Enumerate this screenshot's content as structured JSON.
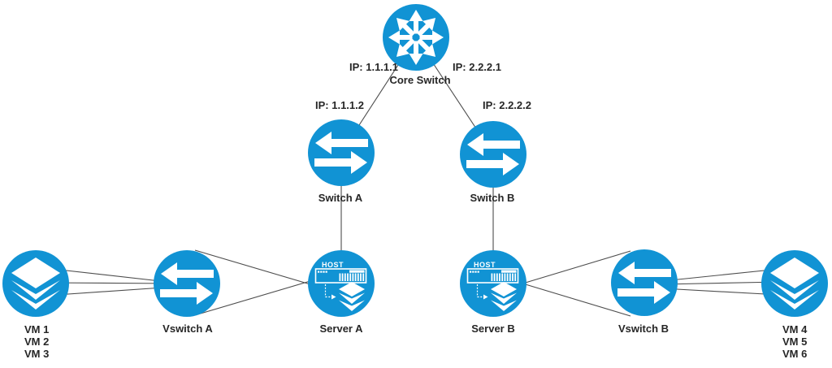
{
  "diagram_title": "Network topology diagram",
  "colors": {
    "node_blue": "#1193d4",
    "icon_white": "#ffffff",
    "connector_line": "#4d4d4d",
    "label_text": "#262626",
    "background": "#ffffff"
  },
  "icons": {
    "core_switch": "multilayer-switch-icon",
    "switch": "switch-arrows-icon",
    "server": "server-host-icon",
    "vm_group": "vm-layers-icon"
  },
  "nodes": {
    "core_switch": {
      "label": "Core Switch",
      "left_ip": "IP: 1.1.1.1",
      "right_ip": "IP: 2.2.2.1"
    },
    "switch_a": {
      "label": "Switch A",
      "ip": "IP: 1.1.1.2"
    },
    "switch_b": {
      "label": "Switch B",
      "ip": "IP: 2.2.2.2"
    },
    "server_a": {
      "label": "Server A",
      "host_tag": "HOST"
    },
    "server_b": {
      "label": "Server B",
      "host_tag": "HOST"
    },
    "vswitch_a": {
      "label": "Vswitch A"
    },
    "vswitch_b": {
      "label": "Vswitch B"
    },
    "vm_group_left": {
      "lines": [
        "VM 1",
        "VM 2",
        "VM 3"
      ]
    },
    "vm_group_right": {
      "lines": [
        "VM 4",
        "VM 5",
        "VM 6"
      ]
    }
  },
  "connections": [
    {
      "from": "Core Switch",
      "to": "Switch A",
      "count": 1
    },
    {
      "from": "Core Switch",
      "to": "Switch B",
      "count": 1
    },
    {
      "from": "Switch A",
      "to": "Server A",
      "count": 1
    },
    {
      "from": "Switch B",
      "to": "Server B",
      "count": 1
    },
    {
      "from": "VM 1/VM 2/VM 3",
      "to": "Vswitch A",
      "count": 3
    },
    {
      "from": "Vswitch A",
      "to": "Server A",
      "count": 2
    },
    {
      "from": "Server B",
      "to": "Vswitch B",
      "count": 2
    },
    {
      "from": "Vswitch B",
      "to": "VM 4/VM 5/VM 6",
      "count": 3
    }
  ]
}
